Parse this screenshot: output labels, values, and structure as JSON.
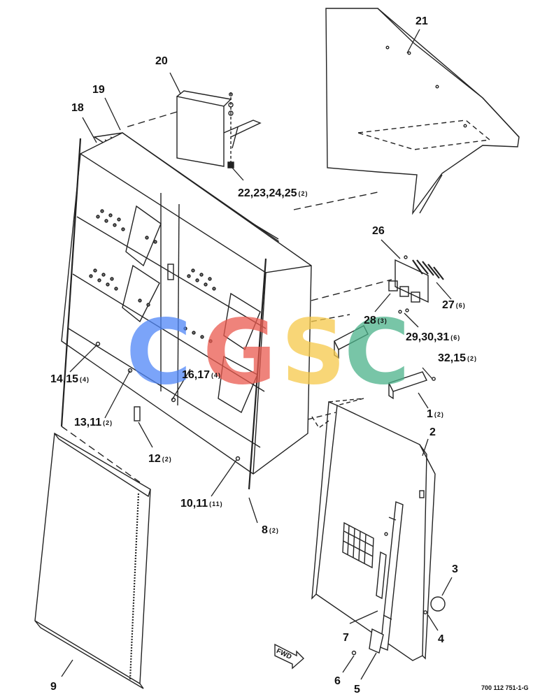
{
  "callouts": [
    {
      "ref": "21",
      "qty": ""
    },
    {
      "ref": "20",
      "qty": ""
    },
    {
      "ref": "19",
      "qty": ""
    },
    {
      "ref": "18",
      "qty": ""
    },
    {
      "ref": "22,23,24,25",
      "qty": "(2)"
    },
    {
      "ref": "26",
      "qty": ""
    },
    {
      "ref": "27",
      "qty": "(6)"
    },
    {
      "ref": "28",
      "qty": "(3)"
    },
    {
      "ref": "29,30,31",
      "qty": "(6)"
    },
    {
      "ref": "32,15",
      "qty": "(2)"
    },
    {
      "ref": "14,15",
      "qty": "(4)"
    },
    {
      "ref": "16,17",
      "qty": "(4)"
    },
    {
      "ref": "13,11",
      "qty": "(2)"
    },
    {
      "ref": "12",
      "qty": "(2)"
    },
    {
      "ref": "1",
      "qty": "(2)"
    },
    {
      "ref": "2",
      "qty": ""
    },
    {
      "ref": "10,11",
      "qty": "(11)"
    },
    {
      "ref": "8",
      "qty": "(2)"
    },
    {
      "ref": "3",
      "qty": ""
    },
    {
      "ref": "4",
      "qty": ""
    },
    {
      "ref": "7",
      "qty": ""
    },
    {
      "ref": "6",
      "qty": ""
    },
    {
      "ref": "5",
      "qty": ""
    },
    {
      "ref": "9",
      "qty": ""
    }
  ],
  "fwd_marker": "FWD",
  "drawing_number": "700 112 751-1-G",
  "watermark": {
    "letters": [
      "C",
      "G",
      "S",
      "C"
    ],
    "colors": [
      "#4f86f7",
      "#ea5a4f",
      "#f6c94a",
      "#4cb28a"
    ]
  },
  "line_color": "#222222"
}
